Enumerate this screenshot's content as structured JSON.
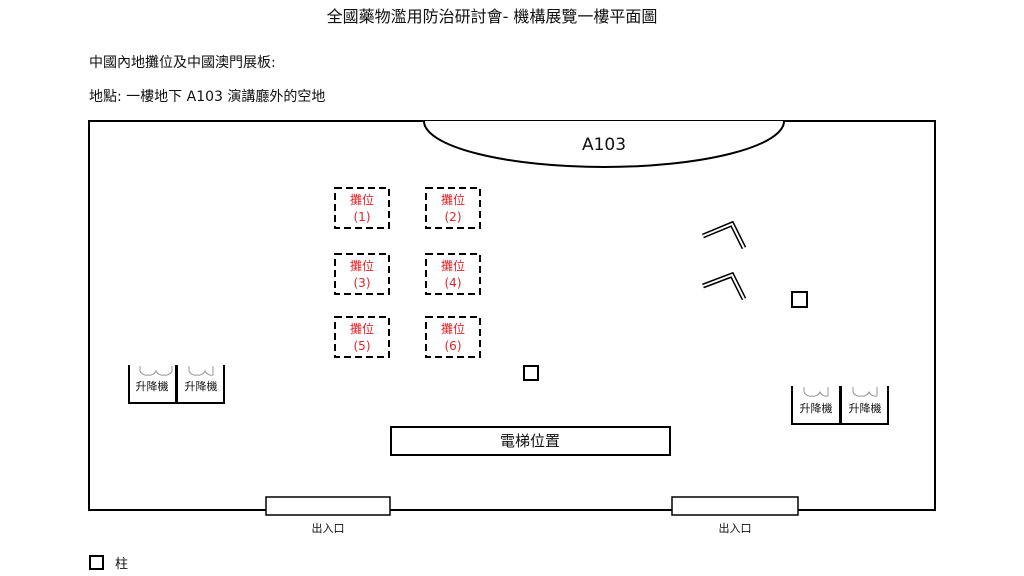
{
  "title": "全國藥物濫用防治研討會- 機構展覽一樓平面圖",
  "subtitle": "中國內地攤位及中國澳門展板:",
  "location": "地點: 一樓地下 A103 演講廳外的空地",
  "hall_label": "A103",
  "booth_label": "攤位",
  "booths": [
    "(1)",
    "(2)",
    "(3)",
    "(4)",
    "(5)",
    "(6)"
  ],
  "lift_label": "升降機",
  "elevator_position": "電梯位置",
  "exit_label": "出入口",
  "legend": {
    "pillar": "柱"
  },
  "colors": {
    "booth_text": "#e0242a",
    "line": "#000000"
  }
}
